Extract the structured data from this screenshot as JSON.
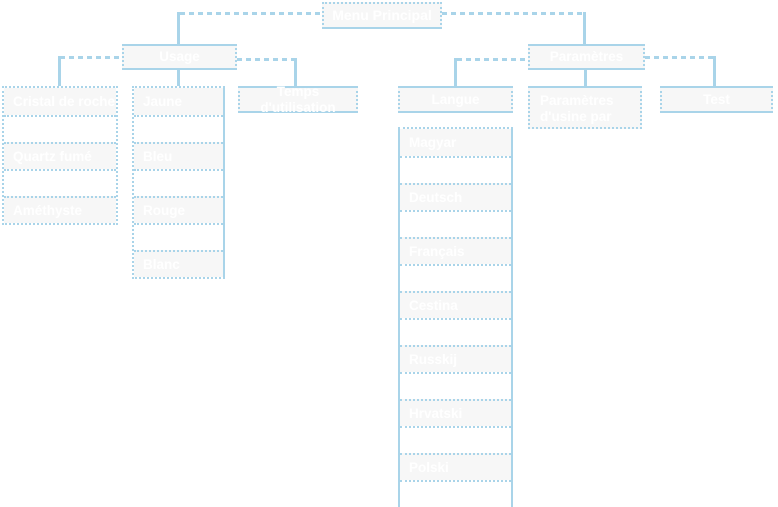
{
  "diagram": {
    "name": "Menu tree diagram",
    "accent_color": "#a9d4e9",
    "box_fill_color": "#f7f7f7",
    "label_color": "#ffffff",
    "background_color": "#ffffff"
  },
  "nodes": {
    "menu_principal": {
      "label": "Menu Principal"
    },
    "usage": {
      "label": "Usage"
    },
    "parametres": {
      "label": "Paramètres"
    },
    "temps_utilisation": {
      "label": "Temps d'utilisation"
    },
    "langue": {
      "label": "Langue"
    },
    "parametres_usine": {
      "label": "Paramètres d'usine par"
    },
    "test": {
      "label": "Test"
    }
  },
  "lists": {
    "crystals": {
      "parent": "Usage",
      "items": [
        "Cristal de roche",
        "Quartz fumé",
        "Améthyste"
      ]
    },
    "colors": {
      "parent": "Usage",
      "items": [
        "Jaune",
        "Bleu",
        "Rouge",
        "Blanc"
      ]
    },
    "languages": {
      "parent": "Langue",
      "items": [
        "Magyar",
        "Deutsch",
        "Français",
        "Cestina",
        "Russkij",
        "Hrvatski",
        "Polski"
      ]
    }
  }
}
